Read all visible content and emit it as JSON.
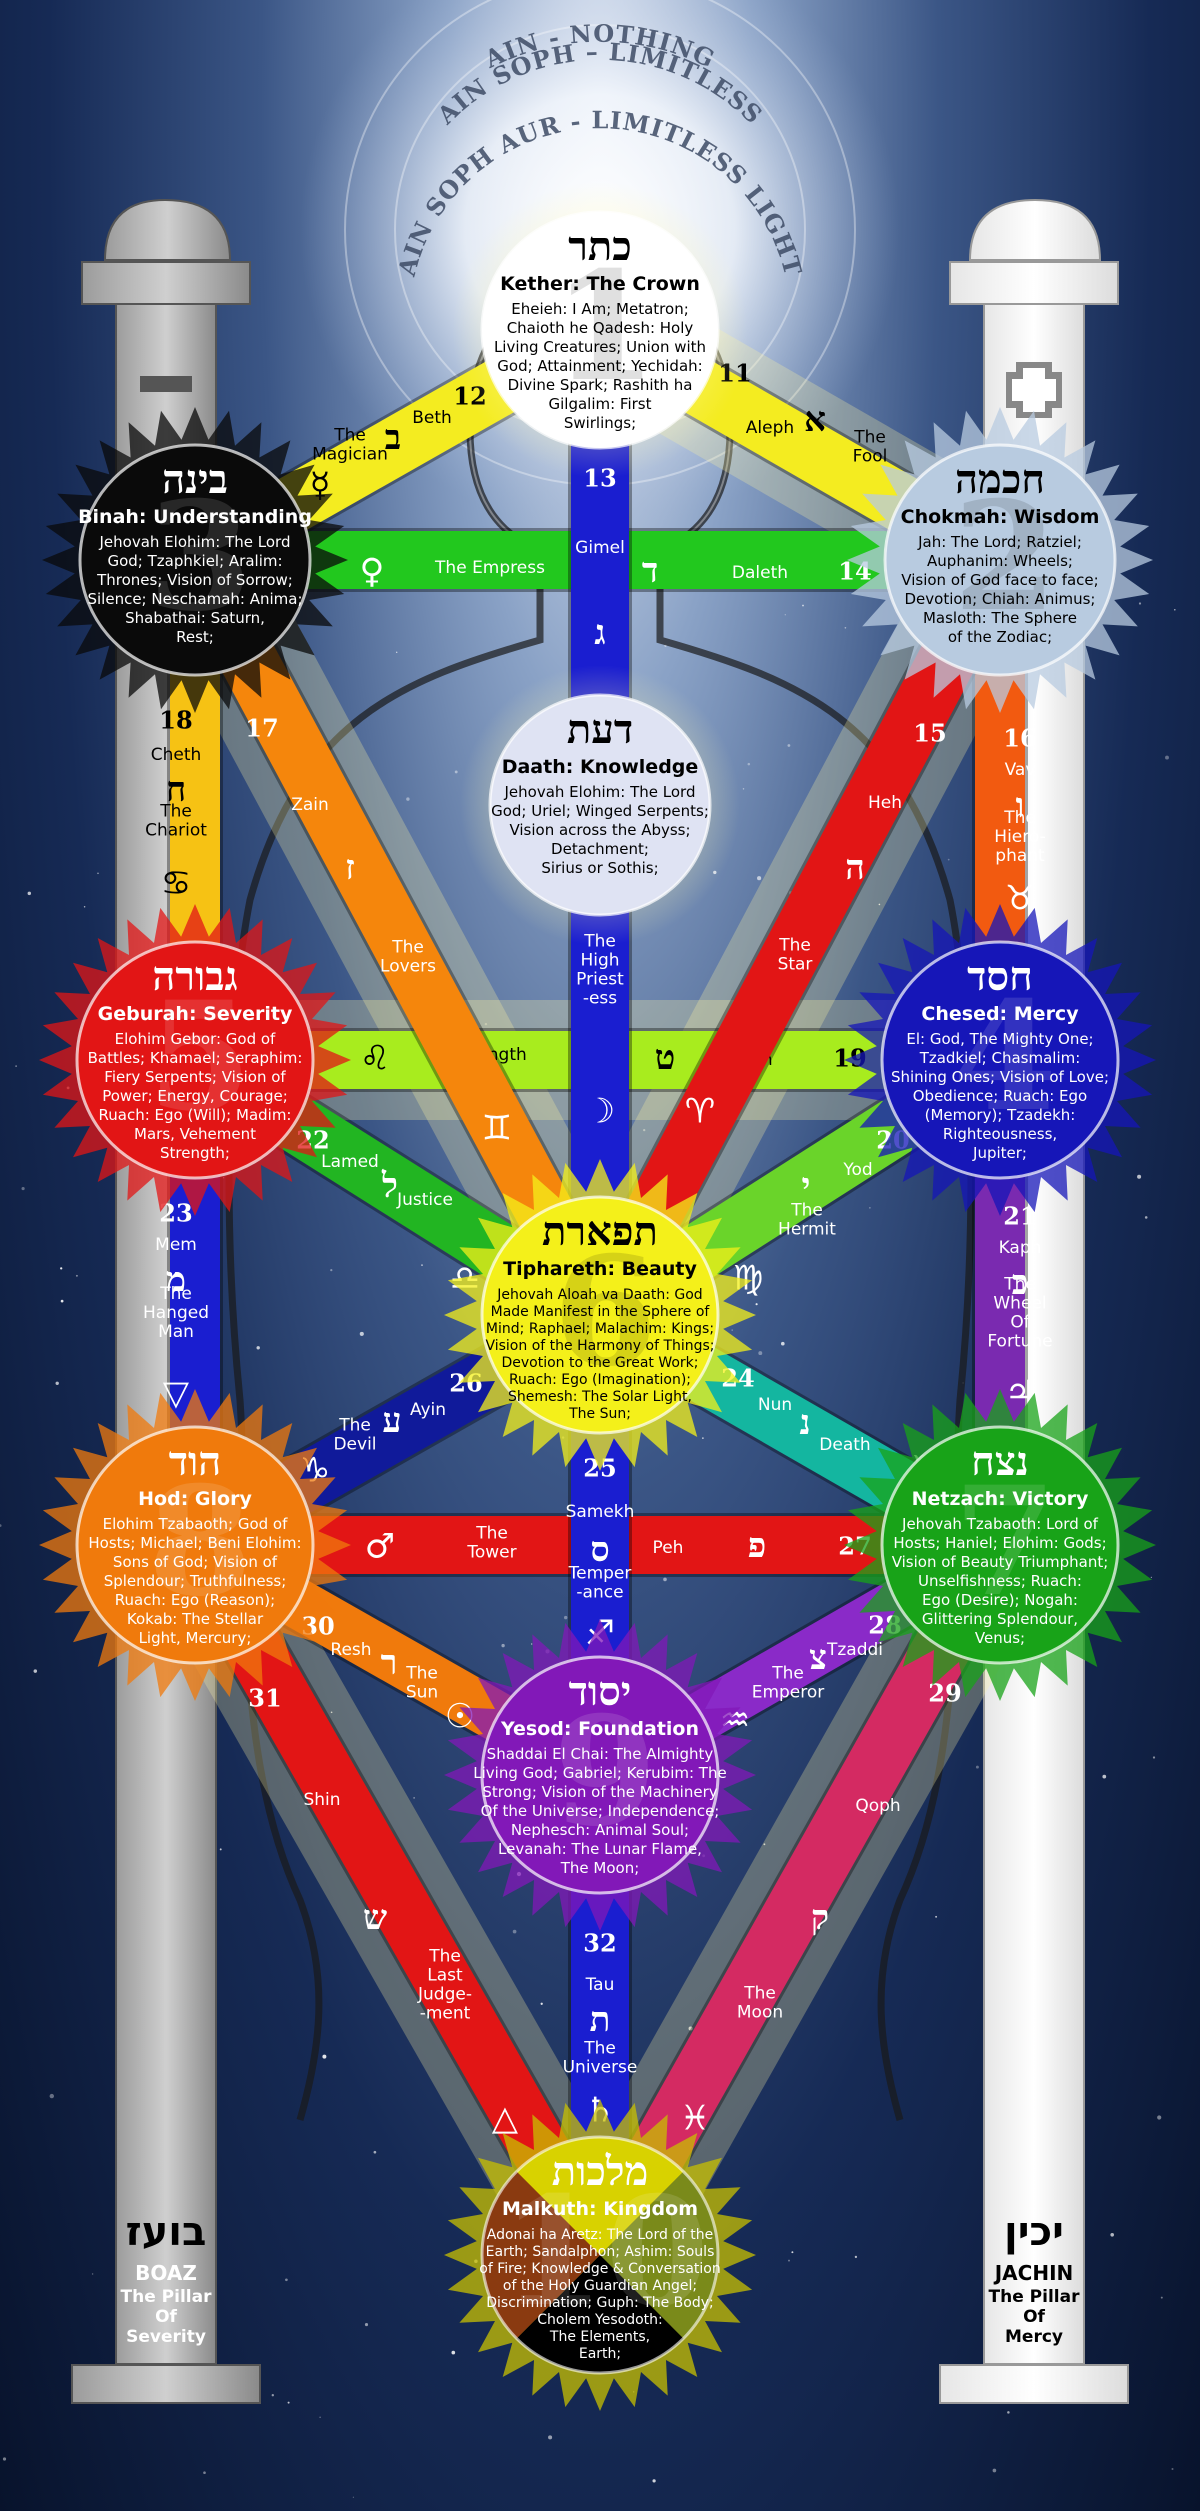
{
  "header": {
    "ain": "AIN - NOTHING",
    "ain_soph": "AIN SOPH – LIMITLESS",
    "ain_soph_aur": "AIN SOPH AUR - LIMITLESS LIGHT"
  },
  "pillars": {
    "left": {
      "hebrew": "בועז",
      "name": "BOAZ",
      "lines": [
        "The Pillar",
        "Of",
        "Severity"
      ],
      "symbol": "minus-icon"
    },
    "right": {
      "hebrew": "יכין",
      "name": "JACHIN",
      "lines": [
        "The Pillar",
        "Of",
        "Mercy"
      ],
      "symbol": "plus-icon"
    }
  },
  "sephiroth": [
    {
      "key": "kether",
      "number": "1",
      "hebrew": "כתר",
      "title": "Kether: The Crown",
      "color": "#ffffff",
      "text_color": "#000000",
      "lines": [
        "Eheieh: I Am; Metatron;",
        "Chaioth he Qadesh: Holy",
        "Living  Creatures; Union with",
        "God; Attainment; Yechidah:",
        "Divine Spark; Rashith ha",
        "Gilgalim: First",
        "Swirlings;"
      ]
    },
    {
      "key": "chokmah",
      "number": "2",
      "hebrew": "חכמה",
      "title": "Chokmah: Wisdom",
      "color": "#b8cbe0",
      "text_color": "#000000",
      "lines": [
        "Jah: The Lord; Ratziel;",
        "Auphanim: Wheels;",
        "Vision of God face to face;",
        "Devotion; Chiah: Animus;",
        "Masloth: The Sphere",
        "of the Zodiac;"
      ]
    },
    {
      "key": "binah",
      "number": "3",
      "hebrew": "בינה",
      "title": "Binah: Understanding",
      "color": "#0a0a0a",
      "text_color": "#ffffff",
      "lines": [
        "Jehovah Elohim: The Lord",
        "God; Tzaphkiel; Aralim:",
        "Thrones; Vision of Sorrow;",
        "Silence; Neschamah: Anima;",
        "Shabathai: Saturn,",
        "Rest;"
      ]
    },
    {
      "key": "daath",
      "number": "",
      "hebrew": "דעת",
      "title": "Daath: Knowledge",
      "color": "#dfe3f3",
      "text_color": "#000000",
      "lines": [
        "Jehovah Elohim: The Lord",
        "God; Uriel; Winged Serpents;",
        "Vision across the Abyss;",
        "Detachment;",
        "Sirius or Sothis;"
      ]
    },
    {
      "key": "chesed",
      "number": "4",
      "hebrew": "חסד",
      "title": "Chesed: Mercy",
      "color": "#1616b8",
      "text_color": "#ffffff",
      "lines": [
        "El: God, The Mighty One;",
        "Tzadkiel; Chasmalim:",
        "Shining Ones; Vision of Love;",
        "Obedience; Ruach: Ego",
        "(Memory); Tzadekh:",
        "Righteousness,",
        "Jupiter;"
      ]
    },
    {
      "key": "geburah",
      "number": "5",
      "hebrew": "גבורה",
      "title": "Geburah: Severity",
      "color": "#e21515",
      "text_color": "#ffffff",
      "lines": [
        "Elohim Gebor: God of",
        "Battles; Khamael; Seraphim:",
        "Fiery Serpents; Vision of",
        "Power; Energy, Courage;",
        "Ruach: Ego (Will); Madim:",
        "Mars, Vehement",
        "Strength;"
      ]
    },
    {
      "key": "tiphareth",
      "number": "6",
      "hebrew": "תפארת",
      "title": "Tiphareth: Beauty",
      "color": "#f4f01a",
      "text_color": "#000000",
      "lines": [
        "Jehovah Aloah va Daath: God",
        "Made Manifest in the Sphere of",
        "Mind; Raphael; Malachim: Kings;",
        "Vision of the Harmony of Things;",
        "Devotion  to the Great Work;",
        "Ruach: Ego (Imagination);",
        "Shemesh: The Solar Light,",
        "The Sun;"
      ]
    },
    {
      "key": "netzach",
      "number": "7",
      "hebrew": "נצח",
      "title": "Netzach: Victory",
      "color": "#18a318",
      "text_color": "#ffffff",
      "lines": [
        "Jehovah Tzabaoth: Lord of",
        "Hosts; Haniel; Elohim: Gods;",
        "Vision of Beauty Triumphant;",
        "Unselfishness; Ruach:",
        "Ego (Desire); Nogah:",
        "Glittering Splendour,",
        "Venus;"
      ]
    },
    {
      "key": "hod",
      "number": "8",
      "hebrew": "הוד",
      "title": "Hod: Glory",
      "color": "#f07a0c",
      "text_color": "#ffffff",
      "lines": [
        "Elohim Tzabaoth; God of",
        "Hosts; Michael; Beni Elohim:",
        "Sons of God; Vision of",
        "Splendour; Truthfulness;",
        "Ruach: Ego (Reason);",
        "Kokab: The Stellar",
        "Light, Mercury;"
      ]
    },
    {
      "key": "yesod",
      "number": "9",
      "hebrew": "יסוד",
      "title": "Yesod: Foundation",
      "color": "#8218b8",
      "text_color": "#ffffff",
      "lines": [
        "Shaddai El Chai: The Almighty",
        "Living God; Gabriel; Kerubim: The",
        "Strong; Vision of the Machinery",
        "Of the Universe; Independence;",
        "Nephesch: Animal Soul;",
        "Levanah: The Lunar Flame,",
        "The Moon;"
      ]
    },
    {
      "key": "malkuth",
      "number": "10",
      "hebrew": "מלכות",
      "title": "Malkuth: Kingdom",
      "color": "#c8c000",
      "text_color": "#ffffff",
      "lines": [
        "Adonai ha Aretz: The Lord of the",
        "Earth; Sandalphon; Ashim: Souls",
        "of Fire; Knowledge & Conversation",
        "of the Holy Guardian Angel;",
        "Discrimination; Guph: The Body;",
        "Cholem Yesodoth:",
        "The Elements,",
        "Earth;"
      ]
    }
  ],
  "paths": [
    {
      "number": "11",
      "letter": "Aleph",
      "hebrew": "א",
      "title": [
        "The",
        "Fool"
      ],
      "symbol": "△",
      "symbol_name": "air-triangle-icon",
      "color": "#f4ec20"
    },
    {
      "number": "12",
      "letter": "Beth",
      "hebrew": "ב",
      "title": [
        "The",
        "Magician"
      ],
      "symbol": "☿",
      "symbol_name": "mercury-icon",
      "color": "#f4ec20"
    },
    {
      "number": "13",
      "letter": "Gimel",
      "hebrew": "ג",
      "title": [
        "The",
        "High",
        "Priest",
        "-ess"
      ],
      "symbol": "☽",
      "symbol_name": "moon-icon",
      "color": "#1a1ed0"
    },
    {
      "number": "14",
      "letter": "Daleth",
      "hebrew": "ד",
      "title": [
        "The Empress"
      ],
      "symbol": "♀",
      "symbol_name": "venus-icon",
      "color": "#22c81e"
    },
    {
      "number": "15",
      "letter": "Heh",
      "hebrew": "ה",
      "title": [
        "The",
        "Star"
      ],
      "symbol": "♈",
      "symbol_name": "aries-icon",
      "color": "#e21515"
    },
    {
      "number": "16",
      "letter": "Vav",
      "hebrew": "ו",
      "title": [
        "The",
        "Hiero-",
        "phant"
      ],
      "symbol": "♉",
      "symbol_name": "taurus-icon",
      "color": "#f25a10"
    },
    {
      "number": "17",
      "letter": "Zain",
      "hebrew": "ז",
      "title": [
        "The",
        "Lovers"
      ],
      "symbol": "♊",
      "symbol_name": "gemini-icon",
      "color": "#f5860c"
    },
    {
      "number": "18",
      "letter": "Cheth",
      "hebrew": "ח",
      "title": [
        "The",
        "Chariot"
      ],
      "symbol": "♋",
      "symbol_name": "cancer-icon",
      "color": "#f6c214"
    },
    {
      "number": "19",
      "letter": "Teth",
      "hebrew": "ט",
      "title": [
        "Strength"
      ],
      "symbol": "♌",
      "symbol_name": "leo-icon",
      "color": "#a8ec1e"
    },
    {
      "number": "20",
      "letter": "Yod",
      "hebrew": "י",
      "title": [
        "The",
        "Hermit"
      ],
      "symbol": "♍",
      "symbol_name": "virgo-icon",
      "color": "#6ad42a"
    },
    {
      "number": "21",
      "letter": "Kaph",
      "hebrew": "כ",
      "title": [
        "The",
        "Wheel",
        "Of",
        "Fortune"
      ],
      "symbol": "♃",
      "symbol_name": "jupiter-icon",
      "color": "#7a2ab0"
    },
    {
      "number": "22",
      "letter": "Lamed",
      "hebrew": "ל",
      "title": [
        "Justice"
      ],
      "symbol": "♎",
      "symbol_name": "libra-icon",
      "color": "#22b522"
    },
    {
      "number": "23",
      "letter": "Mem",
      "hebrew": "מ",
      "title": [
        "The",
        "Hanged",
        "Man"
      ],
      "symbol": "▽",
      "symbol_name": "water-triangle-icon",
      "color": "#1a1ed0"
    },
    {
      "number": "24",
      "letter": "Nun",
      "hebrew": "נ",
      "title": [
        "Death"
      ],
      "symbol": "♏",
      "symbol_name": "scorpio-icon",
      "color": "#14b6a0"
    },
    {
      "number": "25",
      "letter": "Samekh",
      "hebrew": "ס",
      "title": [
        "Temper",
        "-ance"
      ],
      "symbol": "♐",
      "symbol_name": "sagittarius-icon",
      "color": "#1a1ed0"
    },
    {
      "number": "26",
      "letter": "Ayin",
      "hebrew": "ע",
      "title": [
        "The",
        "Devil"
      ],
      "symbol": "♑",
      "symbol_name": "capricorn-icon",
      "color": "#101a9a"
    },
    {
      "number": "27",
      "letter": "Peh",
      "hebrew": "פ",
      "title": [
        "The",
        "Tower"
      ],
      "symbol": "♂",
      "symbol_name": "mars-icon",
      "color": "#e21515"
    },
    {
      "number": "28",
      "letter": "Tzaddi",
      "hebrew": "צ",
      "title": [
        "The",
        "Emperor"
      ],
      "symbol": "♒",
      "symbol_name": "aquarius-icon",
      "color": "#8a2ac8"
    },
    {
      "number": "29",
      "letter": "Qoph",
      "hebrew": "ק",
      "title": [
        "The",
        "Moon"
      ],
      "symbol": "♓",
      "symbol_name": "pisces-icon",
      "color": "#d42a62"
    },
    {
      "number": "30",
      "letter": "Resh",
      "hebrew": "ר",
      "title": [
        "The",
        "Sun"
      ],
      "symbol": "☉",
      "symbol_name": "sun-icon",
      "color": "#f07a0c"
    },
    {
      "number": "31",
      "letter": "Shin",
      "hebrew": "ש",
      "title": [
        "The",
        "Last",
        "Judge-",
        "-ment"
      ],
      "symbol": "△",
      "symbol_name": "fire-triangle-icon",
      "color": "#e21515"
    },
    {
      "number": "32",
      "letter": "Tau",
      "hebrew": "ת",
      "title": [
        "The",
        "Universe"
      ],
      "symbol": "♄",
      "symbol_name": "saturn-icon",
      "color": "#1a1ed0"
    }
  ]
}
